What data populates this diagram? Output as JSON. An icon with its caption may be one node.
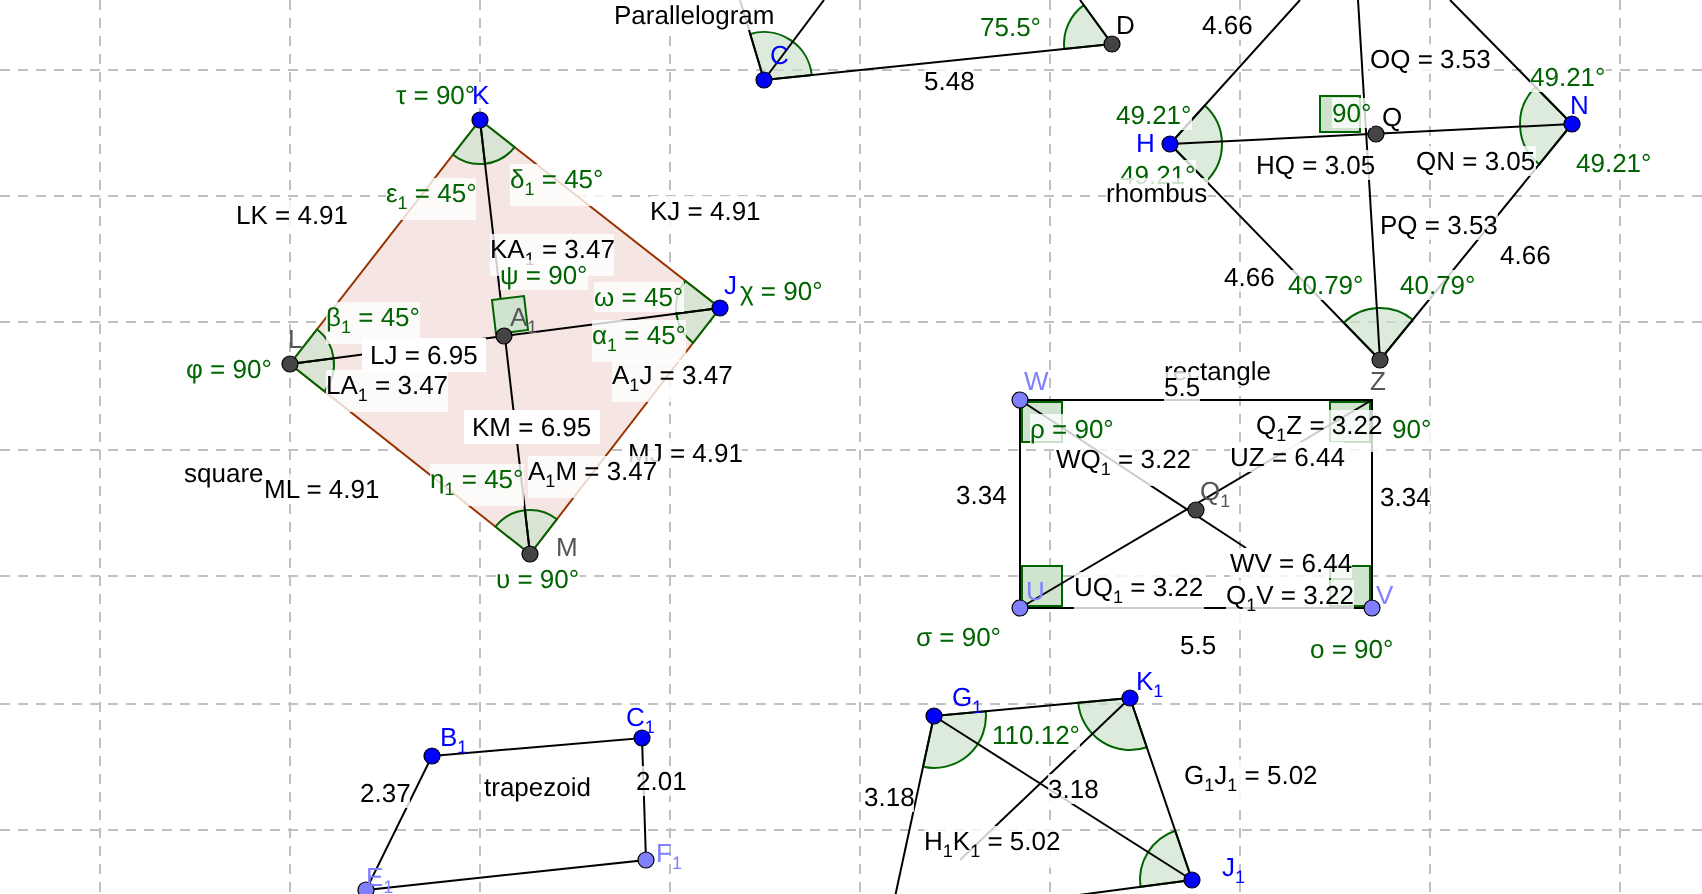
{
  "diagram": {
    "labels": [
      "Parallelogram",
      "C",
      "75.5°",
      "D",
      "5.48",
      "4.66",
      "OQ = 3.53",
      "49.21°",
      "49.21°",
      "90°",
      "Q",
      "N",
      "H",
      "HQ = 3.05",
      "QN = 3.05",
      "49.21°",
      "49.21°",
      "rhombus",
      "PQ = 3.53",
      "4.66",
      "4.66",
      "40.79°",
      "40.79°",
      "Z",
      "τ = 90°",
      "K",
      "ε$_{1}$ = 45°",
      "δ$_{1}$ = 45°",
      "LK = 4.91",
      "KJ = 4.91",
      "KA$_{1}$ = 3.47",
      "ψ = 90°",
      "ω = 45°",
      "J",
      "χ = 90°",
      "β$_{1}$ = 45°",
      "A$_{1}$",
      "LJ = 6.95",
      "φ = 90°",
      "LA$_{1}$ = 3.47",
      "α$_{1}$ = 45°",
      "A$_{1}$J = 3.47",
      "KM = 6.95",
      "MJ = 4.91",
      "square",
      "ML = 4.91",
      "η$_{1}$ = 45°",
      "A$_{1}$M = 3.47",
      "M",
      "υ = 90°",
      "L",
      "W",
      "rectangle",
      "5.5",
      "ρ = 90°",
      "Q$_{1}$Z = 3.22",
      "90°",
      "WQ$_{1}$ = 3.22",
      "UZ = 6.44",
      "3.34",
      "Q$_{1}$",
      "3.34",
      "WV = 6.44",
      "U",
      "UQ$_{1}$ = 3.22",
      "Q$_{1}$V = 3.22",
      "V",
      "σ = 90°",
      "5.5",
      "ο = 90°",
      "B$_{1}$",
      "C$_{1}$",
      "2.37",
      "trapezoid",
      "2.01",
      "F$_{1}$",
      "E$_{1}$",
      "G$_{1}$",
      "K$_{1}$",
      "110.12°",
      "3.18",
      "G$_{1}$J$_{1}$ = 5.02",
      "3.18",
      "H$_{1}$K$_{1}$ = 5.02",
      "J$_{1}$"
    ]
  }
}
